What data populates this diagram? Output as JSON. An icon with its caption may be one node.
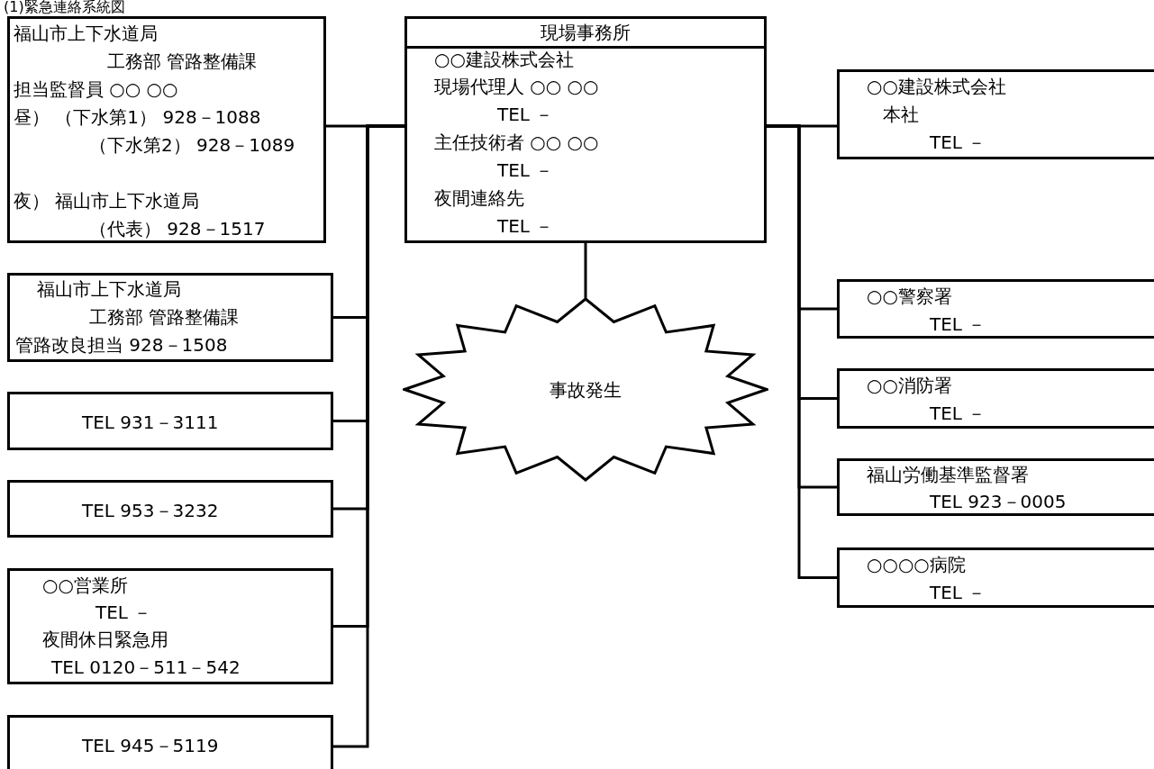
{
  "diagram": {
    "title": "(1)緊急連絡系統図",
    "nodes": [
      {
        "text": [
          "福山市上下水道局",
          "工務部 管路整備課",
          "担当監督員 ○○ ○○",
          "昼） （下水第1） 928－1088",
          "（下水第2） 928－1089",
          "夜） 福山市上下水道局",
          "（代表） 928－1517"
        ]
      },
      {
        "text": [
          "福山市上下水道局",
          "工務部 管路整備課",
          "管路改良担当 928－1508"
        ]
      },
      {
        "text": [
          "TEL 931－3111"
        ]
      },
      {
        "text": [
          "TEL 953－3232"
        ]
      },
      {
        "text": [
          "○○営業所",
          "TEL －",
          "夜間休日緊急用",
          "TEL 0120－511－542"
        ]
      },
      {
        "text": [
          "TEL 945－5119"
        ]
      },
      {
        "text": [
          "現場事務所",
          "○○建設株式会社",
          "現場代理人 ○○ ○○",
          "TEL －",
          "主任技術者 ○○ ○○",
          "TEL －",
          "夜間連絡先",
          "TEL －"
        ]
      },
      {
        "text": [
          "事故発生"
        ]
      },
      {
        "text": [
          "○○建設株式会社",
          "本社",
          "TEL －"
        ]
      },
      {
        "text": [
          "○○警察署",
          "TEL －"
        ]
      },
      {
        "text": [
          "○○消防署",
          "TEL －"
        ]
      },
      {
        "text": [
          "福山労働基準監督署",
          "TEL 923－0005"
        ]
      },
      {
        "text": [
          "○○○○病院",
          "TEL －"
        ]
      }
    ],
    "edges": [
      {
        "from": 6,
        "to": 0,
        "arrow": "none"
      },
      {
        "from": 6,
        "to": 1,
        "arrow": "none"
      },
      {
        "from": 6,
        "to": 2,
        "arrow": "none"
      },
      {
        "from": 6,
        "to": 3,
        "arrow": "none"
      },
      {
        "from": 6,
        "to": 4,
        "arrow": "none"
      },
      {
        "from": 6,
        "to": 5,
        "arrow": "none"
      },
      {
        "from": 6,
        "to": 7,
        "arrow": "none"
      },
      {
        "from": 6,
        "to": 8,
        "arrow": "none"
      },
      {
        "from": 6,
        "to": 9,
        "arrow": "none"
      },
      {
        "from": 6,
        "to": 10,
        "arrow": "none"
      },
      {
        "from": 6,
        "to": 11,
        "arrow": "none"
      },
      {
        "from": 6,
        "to": 12,
        "arrow": "none"
      }
    ]
  }
}
